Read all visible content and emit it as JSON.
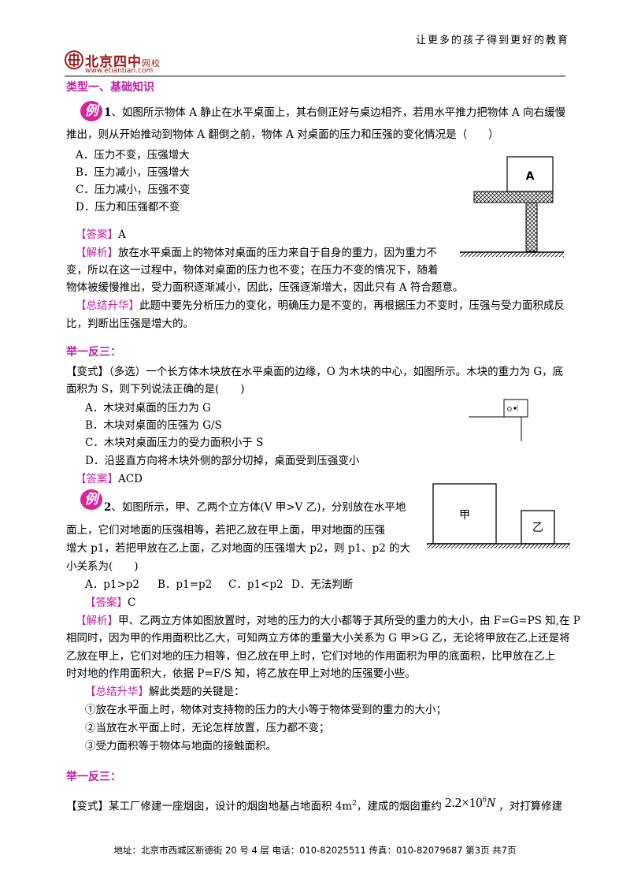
{
  "header": {
    "slogan": "让更多的孩子得到更好的教育",
    "logo_name": "北京四中",
    "logo_suffix": "网校",
    "logo_url": "www.etiantian.com"
  },
  "section1": {
    "title": "类型一、基础知识"
  },
  "ex1": {
    "badge": "例",
    "num": "1",
    "q_line1": "、如图所示物体 A 静止在水平桌面上，其右侧正好与桌边相齐，若用水平推力把物体 A 向右缓慢",
    "q_line2": "推出，则从开始推动到物体 A 翻倒之前，物体 A 对桌面的压力和压强的变化情况是（　　）",
    "options": [
      "A．压力不变，压强增大",
      "B．压力减小，压强增大",
      "C．压力减小，压强不变",
      "D．压力和压强都不变"
    ],
    "answer_label": "【答案】",
    "answer": "A",
    "analysis_label": "【解析】",
    "analysis_line1": "放在水平桌面上的物体对桌面的压力来自于自身的重力，因为重力不",
    "analysis_line2": "变，所以在这一过程中，物体对桌面的压力也不变；在压力不变的情况下，随着",
    "analysis_line3": "物体被缓慢推出，受力面积逐渐减小，因此，压强逐渐增大，因此只有 A 符合题意。",
    "summary_label": "【总结升华】",
    "summary_line1": "此题中要先分析压力的变化，明确压力是不变的，再根据压力不变时，压强与受力面积成反",
    "summary_line2": "比，判断出压强是增大的。",
    "figure_label": "A"
  },
  "section2": {
    "title": "举一反三："
  },
  "var1": {
    "label": "【变式】",
    "line1": "（多选）一个长方体木块放在水平桌面的边缘，O 为木块的中心，如图所示。木块的重力为 G，底",
    "line2": "面积为 S，则下列说法正确的是(　　)",
    "options": [
      "A．木块对桌面的压力为 G",
      "B．木块对桌面的压强为 G/S",
      "C．木块对桌面压力的受力面积小于 S",
      "D．沿竖直方向将木块外侧的部分切掉，桌面受到压强变小"
    ],
    "answer_label": "【答案】",
    "answer": "ACD",
    "figure_label": "O"
  },
  "ex2": {
    "badge": "例",
    "num": "2",
    "q_line1": "、如图所示，甲、乙两个立方体(V 甲>V 乙)，分别放在水平地",
    "q_line2": "面上，它们对地面的压强相等，若把乙放在甲上面，甲对地面的压强",
    "q_line3": "增大 p1，若把甲放在乙上面，乙对地面的压强增大 p2，则 p1、p2 的大",
    "q_line4": "小关系为(　　)",
    "options": [
      "A．p1>p2",
      "B．p1=p2",
      "C．p1<p2",
      "D．无法判断"
    ],
    "answer_label": "【答案】",
    "answer": "C",
    "analysis_label": "【解析】",
    "analysis_line1": "甲、乙两立方体如图放置时，对地的压力的大小都等于其所受的重力的大小，由 F=G=PS 知,在 P",
    "analysis_line2": "相同时，因为甲的作用面积比乙大，可知两立方体的重量大小关系为 G 甲>G 乙，无论将甲放在乙上还是将",
    "analysis_line3": "乙放在甲上，它们对地的压力相等，但乙放在甲上时，它们对地的作用面积为甲的底面积，比甲放在乙上",
    "analysis_line4": "时对地的作用面积大，依据 P=F/S 知，将乙放在甲上对地的压强要小些。",
    "summary_label": "【总结升华】",
    "summary_intro": "解此类题的关键是：",
    "points": [
      "①放在水平面上时，物体对支持物的压力的大小等于物体受到的重力的大小；",
      "②当放在水平面上时，无论怎样放置，压力都不变；",
      "③受力面积等于物体与地面的接触面积。"
    ],
    "figure_label_big": "甲",
    "figure_label_small": "乙"
  },
  "section3": {
    "title": "举一反三："
  },
  "var2": {
    "label": "【变式】",
    "text": "某工厂修建一座烟囱，设计的烟囱地基占地面积 4m",
    "sup": "2",
    "text2": "，建成的烟囱重约",
    "formula": "2.2×10",
    "formula_exp": "6",
    "formula_unit": "N",
    "text3": "，对打算修建"
  },
  "footer": {
    "text": "地址：北京市西城区新德街 20 号 4 层  电话：010-82025511  传真：010-82079687   第3页  共7页"
  }
}
